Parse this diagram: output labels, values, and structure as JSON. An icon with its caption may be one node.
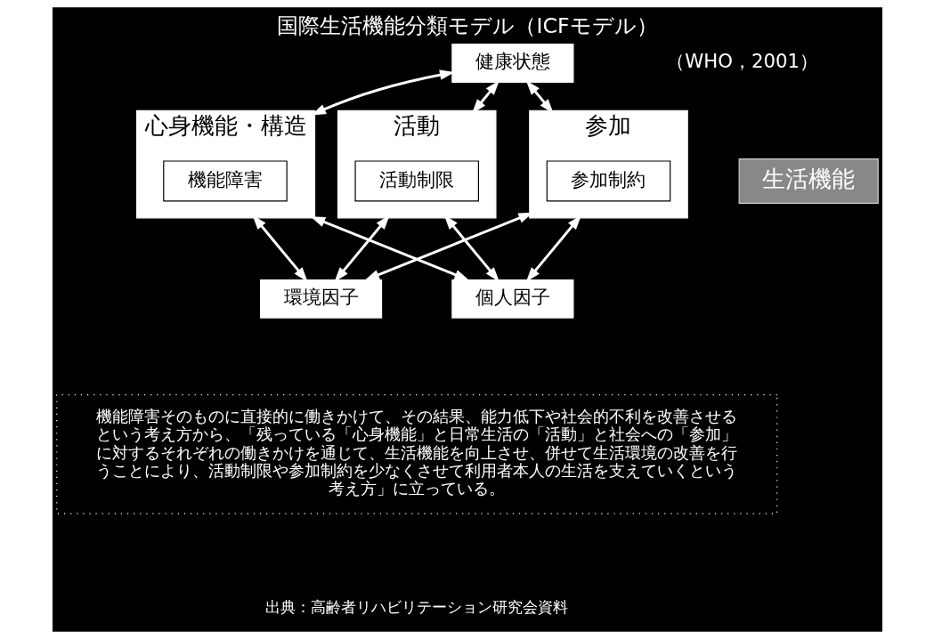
{
  "diagram": {
    "title": "国際生活機能分類モデル（ICFモデル）",
    "nodes": [
      {
        "text": [
          "健康状態"
        ]
      },
      {
        "text": [
          "心身機能・構造"
        ]
      },
      {
        "text": [
          "機能障害"
        ],
        "in": 1
      },
      {
        "text": [
          "活動"
        ]
      },
      {
        "text": [
          "活動制限"
        ],
        "in": 3
      },
      {
        "text": [
          "参加"
        ]
      },
      {
        "text": [
          "参加制約"
        ],
        "in": 5
      },
      {
        "text": [
          "環境因子"
        ]
      },
      {
        "text": [
          "個人因子"
        ]
      },
      {
        "text": [
          "生活機能"
        ]
      },
      {
        "text": [
          "機能障害そのものに直接的に働きかけて、その結果、能力低下や社会的不利を改善させるという考え方から、「残っている「心身機能」と日常生活の「活動」と社会への「参加」に対するそれぞれの働きかけを通じて、生活機能を向上させ、併せて生活環境の改善を行うことにより、活動制限や参加制約を少なくさせて利用者本人の生活を支えていくという考え方」に立っている。"
        ]
      }
    ],
    "edges": [
      {
        "from": 0,
        "to": 1,
        "arrow": "both"
      },
      {
        "from": 0,
        "to": 3,
        "arrow": "both"
      },
      {
        "from": 0,
        "to": 5,
        "arrow": "both"
      },
      {
        "from": 1,
        "to": 7,
        "arrow": "both"
      },
      {
        "from": 3,
        "to": 7,
        "arrow": "both"
      },
      {
        "from": 5,
        "to": 7,
        "arrow": "both"
      },
      {
        "from": 1,
        "to": 8,
        "arrow": "both"
      },
      {
        "from": 3,
        "to": 8,
        "arrow": "both"
      },
      {
        "from": 5,
        "to": 8,
        "arrow": "both"
      }
    ],
    "labels": [
      "（WHO，2001）",
      "出典：高齢者リハビリテーション研究会資料"
    ]
  }
}
